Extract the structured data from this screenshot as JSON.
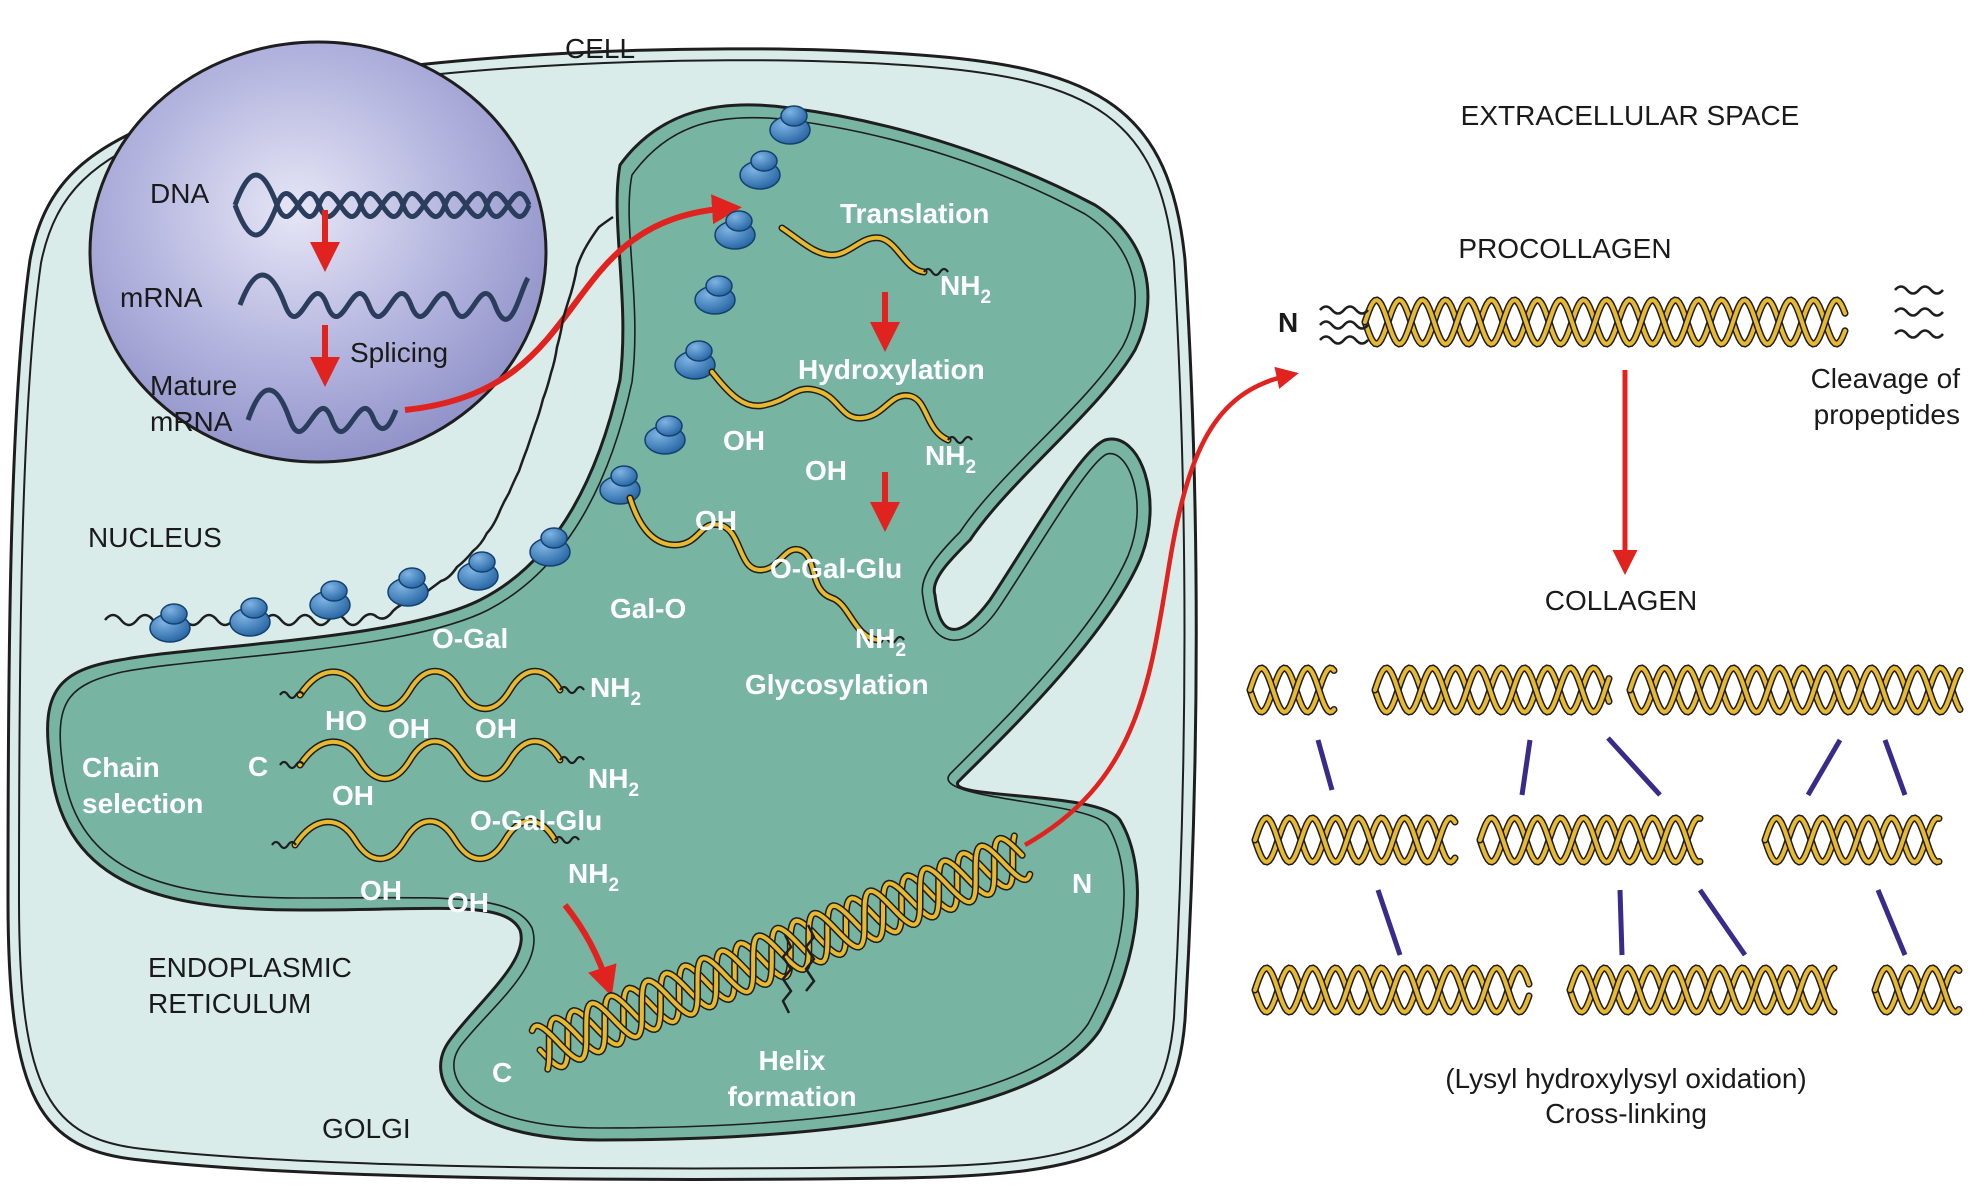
{
  "labels": {
    "cell": "CELL",
    "nucleus": "NUCLEUS",
    "er_line1": "ENDOPLASMIC",
    "er_line2": "RETICULUM",
    "golgi": "GOLGI",
    "extracellular": "EXTRACELLULAR SPACE",
    "dna": "DNA",
    "mrna": "mRNA",
    "splicing": "Splicing",
    "mature_line1": "Mature",
    "mature_line2": "mRNA",
    "translation": "Translation",
    "hydroxylation": "Hydroxylation",
    "glycosylation": "Glycosylation",
    "chain_line1": "Chain",
    "chain_line2": "selection",
    "helix_line1": "Helix",
    "helix_line2": "formation",
    "procollagen": "PROCOLLAGEN",
    "collagen": "COLLAGEN",
    "cleavage_line1": "Cleavage of",
    "cleavage_line2": "propeptides",
    "crosslink_line1": "(Lysyl hydroxylysyl oxidation)",
    "crosslink_line2": "Cross-linking",
    "oh": "OH",
    "ho": "HO",
    "o_gal": "O-Gal",
    "gal_o": "Gal-O",
    "o_gal_glu": "O-Gal-Glu",
    "nh": "NH",
    "nh_sub": "2",
    "n_term": "N",
    "c_term": "C"
  },
  "colors": {
    "cell_fill": "#d9ecea",
    "er_fill": "#78b4a2",
    "nucleus_fill": "#a7a9d6",
    "chain": "#e8b830",
    "ribosome": "#2f76b8",
    "arrow": "#e0231f",
    "crosslink": "#3a2a8a"
  }
}
